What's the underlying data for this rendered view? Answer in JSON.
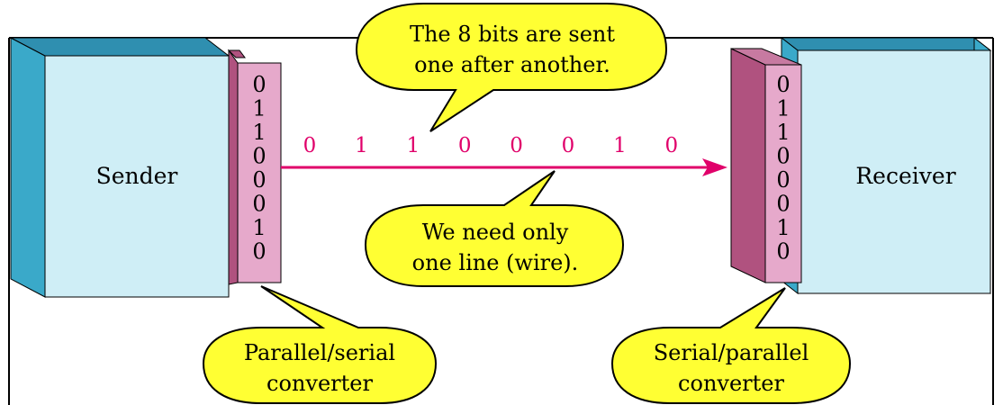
{
  "sender": {
    "label": "Sender"
  },
  "receiver": {
    "label": "Receiver"
  },
  "bits": [
    "0",
    "1",
    "1",
    "0",
    "0",
    "0",
    "1",
    "0"
  ],
  "wire_bits": [
    "0",
    "1",
    "1",
    "0",
    "0",
    "0",
    "1",
    "0"
  ],
  "callouts": {
    "top": {
      "line1": "The 8 bits are sent",
      "line2": "one after another."
    },
    "middle": {
      "line1": "We need only",
      "line2": "one line (wire)."
    },
    "left_bottom": {
      "line1": "Parallel/serial",
      "line2": "converter"
    },
    "right_bottom": {
      "line1": "Serial/parallel",
      "line2": "converter"
    }
  },
  "colors": {
    "box_face": "#cfeef6",
    "box_side": "#3aa9c9",
    "converter_face": "#e6a9cb",
    "converter_side": "#b0527f",
    "wire": "#e0006a",
    "callout_fill": "#ffff33"
  }
}
